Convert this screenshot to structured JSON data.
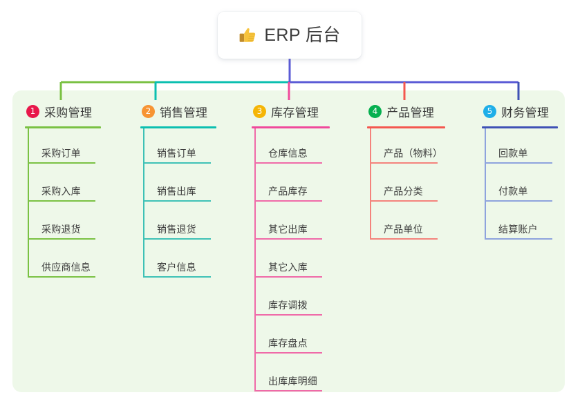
{
  "root": {
    "title": "ERP 后台",
    "icon": "thumbs-up-icon"
  },
  "theme": {
    "panel_bg": "#eef8e9",
    "page_bg": "#ffffff",
    "text": "#3c3c3c",
    "root_connector": "#5b5bd6"
  },
  "columns": [
    {
      "number": "1",
      "title": "采购管理",
      "badge_color": "#e8174a",
      "rule_color": "#7ac143",
      "line_color": "#7ac143",
      "items": [
        "采购订单",
        "采购入库",
        "采购退货",
        "供应商信息"
      ]
    },
    {
      "number": "2",
      "title": "销售管理",
      "badge_color": "#f79433",
      "rule_color": "#0bbfb0",
      "line_color": "#3ec1b6",
      "items": [
        "销售订单",
        "销售出库",
        "销售退货",
        "客户信息"
      ]
    },
    {
      "number": "3",
      "title": "库存管理",
      "badge_color": "#f5b505",
      "rule_color": "#f0499b",
      "line_color": "#ef6aa8",
      "items": [
        "仓库信息",
        "产品库存",
        "其它出库",
        "其它入库",
        "库存调拨",
        "库存盘点",
        "出库库明细"
      ]
    },
    {
      "number": "4",
      "title": "产品管理",
      "badge_color": "#06b050",
      "rule_color": "#f4574f",
      "line_color": "#f4837c",
      "items": [
        "产品（物料）",
        "产品分类",
        "产品单位"
      ]
    },
    {
      "number": "5",
      "title": "财务管理",
      "badge_color": "#1eaee8",
      "rule_color": "#3f51b5",
      "line_color": "#8ea3dd",
      "items": [
        "回款单",
        "付款单",
        "结算账户"
      ]
    }
  ],
  "connector_segments": [
    {
      "name": "root-stem",
      "color": "#5b5bd6"
    },
    {
      "name": "bus-left-green",
      "color": "#7ac143"
    },
    {
      "name": "bus-teal",
      "color": "#0bbfb0"
    },
    {
      "name": "bus-right-purple",
      "color": "#5b5bd6"
    },
    {
      "name": "drop-col1",
      "color": "#7ac143"
    },
    {
      "name": "drop-col2",
      "color": "#0bbfb0"
    },
    {
      "name": "drop-col3",
      "color": "#f0499b"
    },
    {
      "name": "drop-col4",
      "color": "#f4574f"
    },
    {
      "name": "drop-col5",
      "color": "#3f51b5"
    }
  ]
}
